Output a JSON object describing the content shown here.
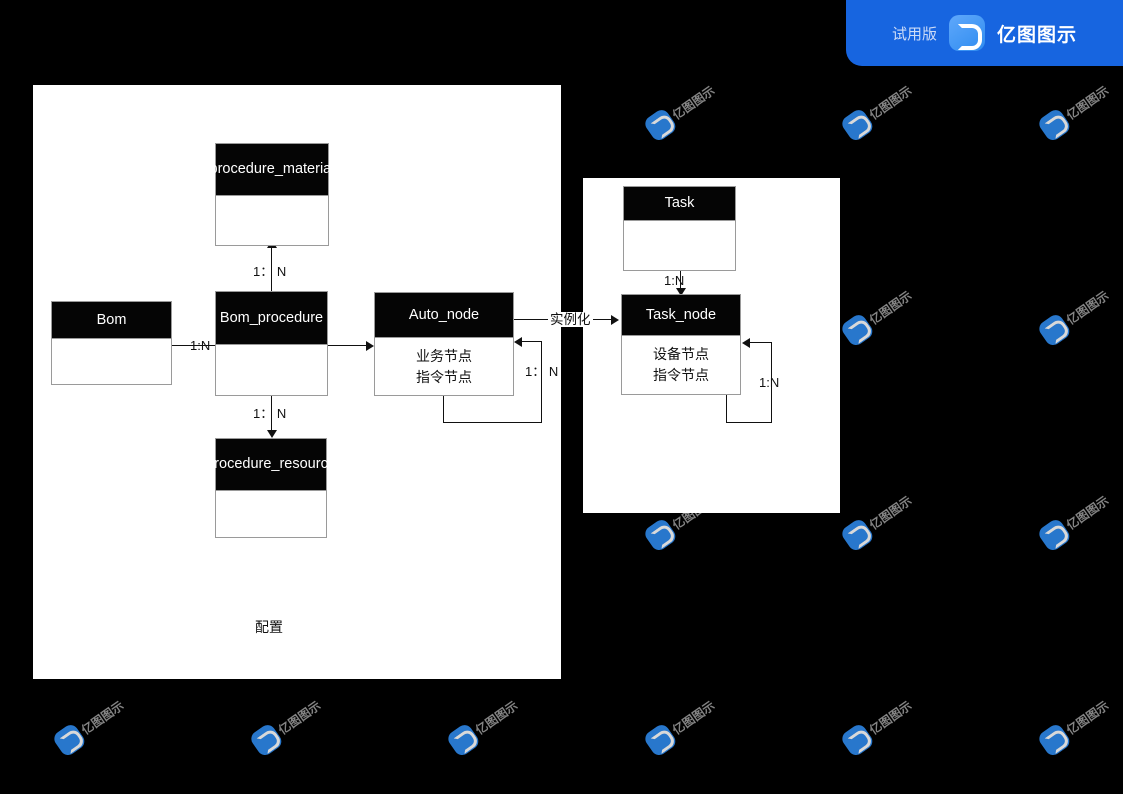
{
  "app": {
    "trial_label": "试用版",
    "product_name": "亿图图示",
    "logo_icon": "edraw-logo-icon",
    "watermark_text": "亿图图示",
    "watermark_icon": "edraw-watermark-icon"
  },
  "canvas": {
    "background_color": "#000000",
    "panel_color": "#ffffff",
    "entity_header_color": "#050505",
    "entity_header_text_color": "#ffffff",
    "entity_border_color": "#9a9a9a",
    "connector_color": "#111111"
  },
  "diagram": {
    "type": "entity-relationship",
    "panels": [
      {
        "name": "configuration-panel",
        "label": "配置"
      },
      {
        "name": "runtime-panel",
        "label": ""
      }
    ],
    "entities": [
      {
        "id": "bom",
        "title": "Bom",
        "attributes": []
      },
      {
        "id": "procmat",
        "title": "procedure_material",
        "attributes": []
      },
      {
        "id": "bomproc",
        "title": "Bom_procedure",
        "attributes": []
      },
      {
        "id": "procres",
        "title": "procedure_resource",
        "attributes": []
      },
      {
        "id": "auto",
        "title": "Auto_node",
        "attributes": [
          "业务节点",
          "指令节点"
        ]
      },
      {
        "id": "task",
        "title": "Task",
        "attributes": []
      },
      {
        "id": "tasknode",
        "title": "Task_node",
        "attributes": [
          "设备节点",
          "指令节点"
        ]
      }
    ],
    "relations": [
      {
        "id": "bom-bomproc",
        "from": "bom",
        "to": "bomproc",
        "label": "1:N"
      },
      {
        "id": "bomproc-procmat",
        "from": "bomproc",
        "to": "procmat",
        "label": "1： N"
      },
      {
        "id": "bomproc-procres",
        "from": "bomproc",
        "to": "procres",
        "label": "1： N"
      },
      {
        "id": "bomproc-auto",
        "from": "bomproc",
        "to": "auto",
        "label": ""
      },
      {
        "id": "auto-self",
        "from": "auto",
        "to": "auto",
        "label": "1： N"
      },
      {
        "id": "auto-tasknode",
        "from": "auto",
        "to": "tasknode",
        "label": "实例化"
      },
      {
        "id": "task-tasknode",
        "from": "task",
        "to": "tasknode",
        "label": "1:N"
      },
      {
        "id": "tasknode-self",
        "from": "tasknode",
        "to": "tasknode",
        "label": "1:N"
      }
    ],
    "free_labels": [
      {
        "id": "config-note",
        "text": "配置"
      }
    ]
  }
}
